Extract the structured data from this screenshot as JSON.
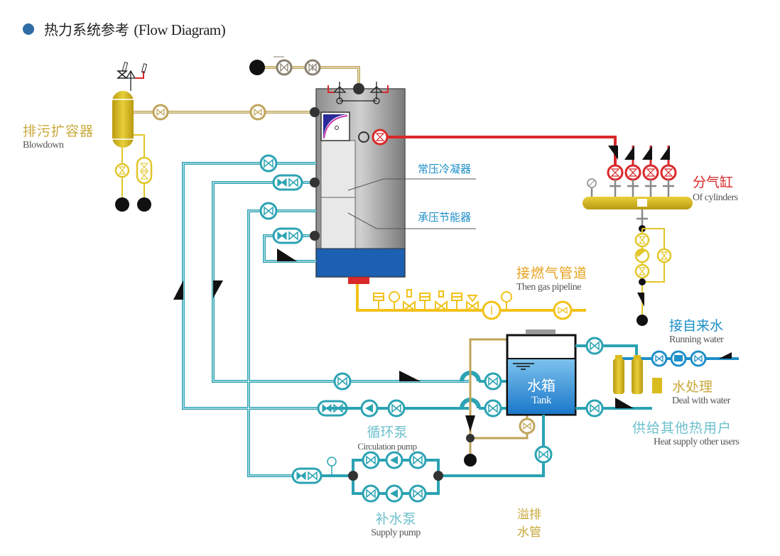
{
  "title": {
    "cn": "热力系统参考",
    "en": "(Flow Diagram)"
  },
  "colors": {
    "steam": "#d8282a",
    "water": "#2ba3b3",
    "blowdown": "#bfa45a",
    "gas": "#f2c21a",
    "vessel_yellow": "#d9bd1f",
    "boiler_gray": "#9a9a9a",
    "boiler_blue": "#1d5fb0",
    "label_blue": "#1e8fc8",
    "label_teal": "#6cc0cc",
    "label_orange": "#e8a21c",
    "label_gold": "#c9a83a",
    "label_red": "#d8282a"
  },
  "labels": {
    "blowdown": {
      "cn": "排污扩容器",
      "en": "Blowdown"
    },
    "condenser": {
      "cn": "常压冷凝器"
    },
    "economizer": {
      "cn": "承压节能器"
    },
    "cylinders": {
      "cn": "分气缸",
      "en": "Of cylinders"
    },
    "gas": {
      "cn": "接燃气管道",
      "en": "Then gas pipeline"
    },
    "running_water": {
      "cn": "接自来水",
      "en": "Running water"
    },
    "tank": {
      "cn": "水箱",
      "en": "Tank"
    },
    "water_treatment": {
      "cn": "水处理",
      "en": "Deal with water"
    },
    "heat_supply": {
      "cn": "供给其他热用户",
      "en": "Heat supply other users"
    },
    "circulation_pump": {
      "cn": "循环泵",
      "en": "Circulation pump"
    },
    "supply_pump": {
      "cn": "补水泵",
      "en": "Supply pump"
    },
    "overflow": {
      "cn1": "溢排",
      "cn2": "水管"
    }
  }
}
